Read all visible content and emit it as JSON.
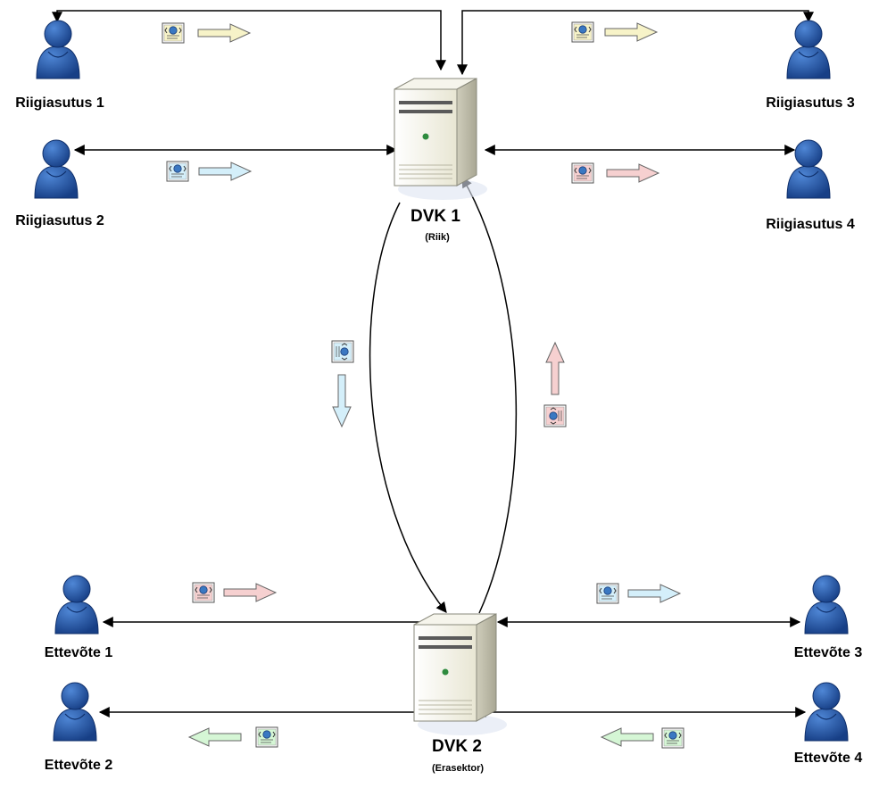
{
  "colors": {
    "person": "#1f4f9e",
    "server": "#f1f0e4",
    "connector": "#000000",
    "msg_yellow": "#f7f3c8",
    "msg_blue": "#d4effa",
    "msg_red": "#f6d0d0",
    "msg_green": "#d5f6d5"
  },
  "actors": {
    "riigiasutus_1": "Riigiasutus 1",
    "riigiasutus_2": "Riigiasutus 2",
    "riigiasutus_3": "Riigiasutus 3",
    "riigiasutus_4": "Riigiasutus 4",
    "ettevote_1": "Ettevõte 1",
    "ettevote_2": "Ettevõte 2",
    "ettevote_3": "Ettevõte 3",
    "ettevote_4": "Ettevõte 4"
  },
  "servers": {
    "dvk1": {
      "name": "DVK 1",
      "sub": "(Riik)"
    },
    "dvk2": {
      "name": "DVK 2",
      "sub": "(Erasektor)"
    }
  },
  "icons": {
    "person": "user-icon",
    "server": "server-icon",
    "message": "document-icon",
    "direction": "arrow-icon"
  }
}
